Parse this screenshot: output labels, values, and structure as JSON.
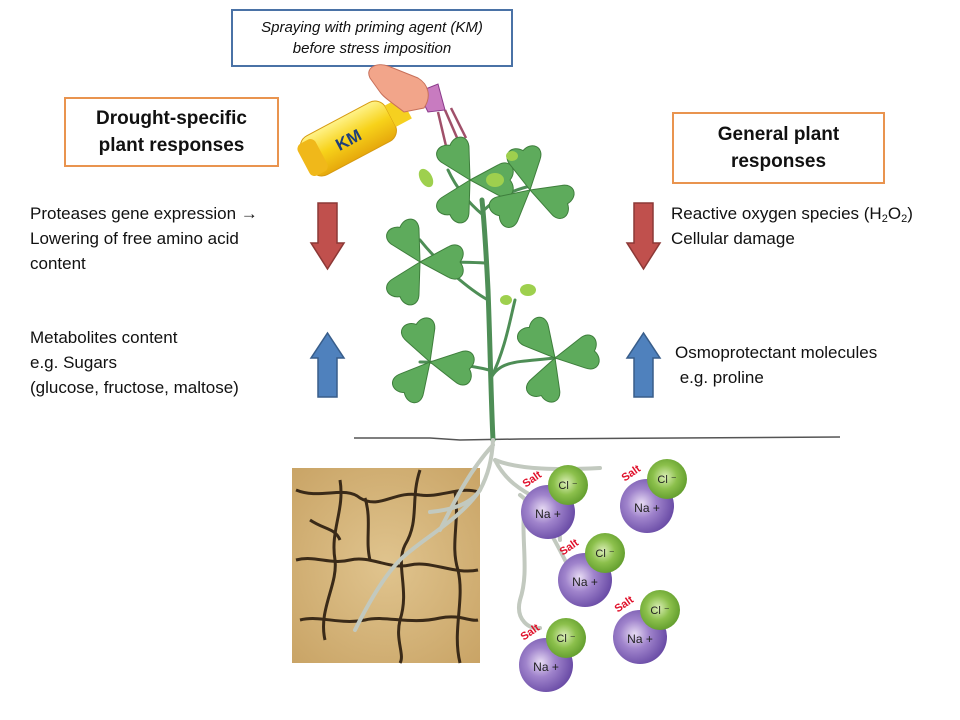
{
  "top_caption": {
    "line1": "Spraying with priming agent (KM)",
    "line2": "before stress imposition"
  },
  "bottle_label": "KM",
  "left_panel": {
    "title_line1": "Drought-specific",
    "title_line2": "plant responses",
    "decrease": {
      "line1": "Proteases gene expression →",
      "line2": "Lowering of free amino acid",
      "line3": "content",
      "direction": "down",
      "color": "#c0504d"
    },
    "increase": {
      "line1": "Metabolites content",
      "line2": "e.g. Sugars",
      "line3": "(glucose, fructose, maltose)",
      "direction": "up",
      "color": "#4f81bd"
    }
  },
  "right_panel": {
    "title_line1": "General plant",
    "title_line2": "responses",
    "decrease": {
      "line1_prefix": "Reactive oxygen species (H",
      "sub1": "2",
      "mid": "O",
      "sub2": "2",
      "suffix": ")",
      "line2": "Cellular damage",
      "direction": "down",
      "color": "#c0504d"
    },
    "increase": {
      "line1": "Osmoprotectant molecules",
      "line2": " e.g. proline",
      "direction": "up",
      "color": "#4f81bd"
    }
  },
  "salt_ions": {
    "salt_label": "Salt",
    "cation": "Na +",
    "anion": "Cl ⁻",
    "count": 5
  },
  "colors": {
    "orange_border": "#e9944f",
    "blue_border": "#4a72a6",
    "leaf": "#5aa65a",
    "soil": "#d9bd80",
    "na": "#7a5cb0",
    "cl": "#7ab03c",
    "salt_text": "#e0102a"
  }
}
